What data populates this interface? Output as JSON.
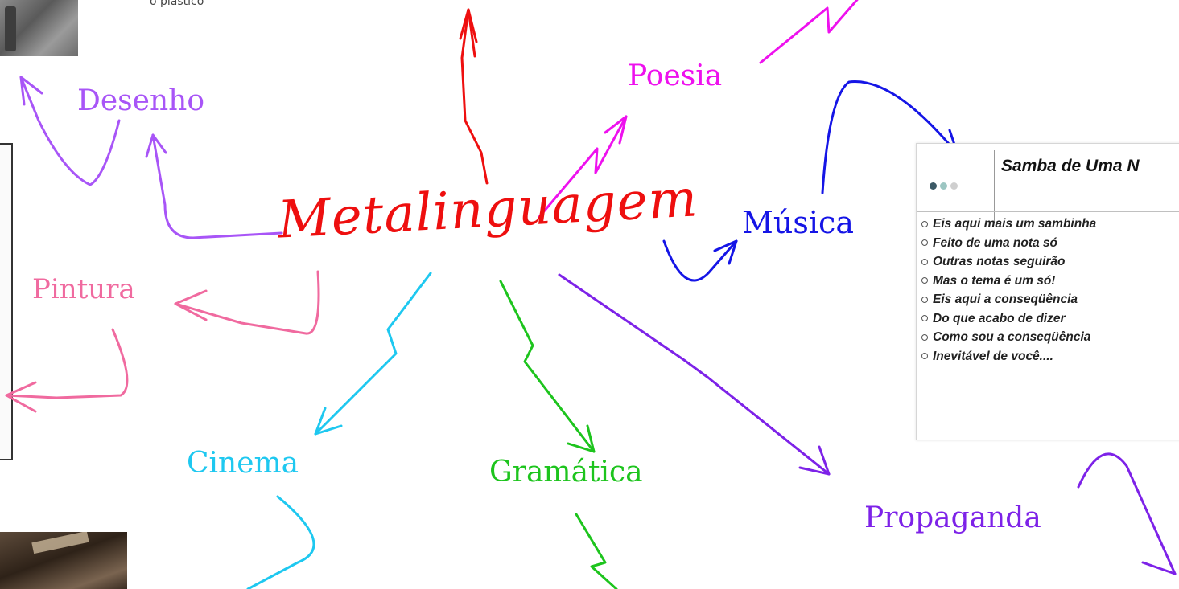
{
  "center": {
    "label": "Metalinguagem",
    "color": "#ee0f0f"
  },
  "branches": [
    {
      "key": "desenho",
      "label": "Desenho",
      "color": "#a855f7"
    },
    {
      "key": "pintura",
      "label": "Pintura",
      "color": "#f06a9f"
    },
    {
      "key": "poesia",
      "label": "Poesia",
      "color": "#ee11ee"
    },
    {
      "key": "musica",
      "label": "Música",
      "color": "#1515e6"
    },
    {
      "key": "cinema",
      "label": "Cinema",
      "color": "#1ec8f0"
    },
    {
      "key": "gramatica",
      "label": "Gramática",
      "color": "#1dc41d"
    },
    {
      "key": "propaganda",
      "label": "Propaganda",
      "color": "#7d22e8"
    }
  ],
  "top_fragment": "o plástico",
  "music_panel": {
    "title": "Samba de Uma N",
    "lyrics": [
      "Eis aqui mais um sambinha",
      "Feito de uma nota só",
      "Outras notas seguirão",
      "Mas o tema é um só!",
      "Eis aqui a conseqüência",
      "Do que acabo de dizer",
      "Como sou a conseqüência",
      "Inevitável de você...."
    ]
  }
}
